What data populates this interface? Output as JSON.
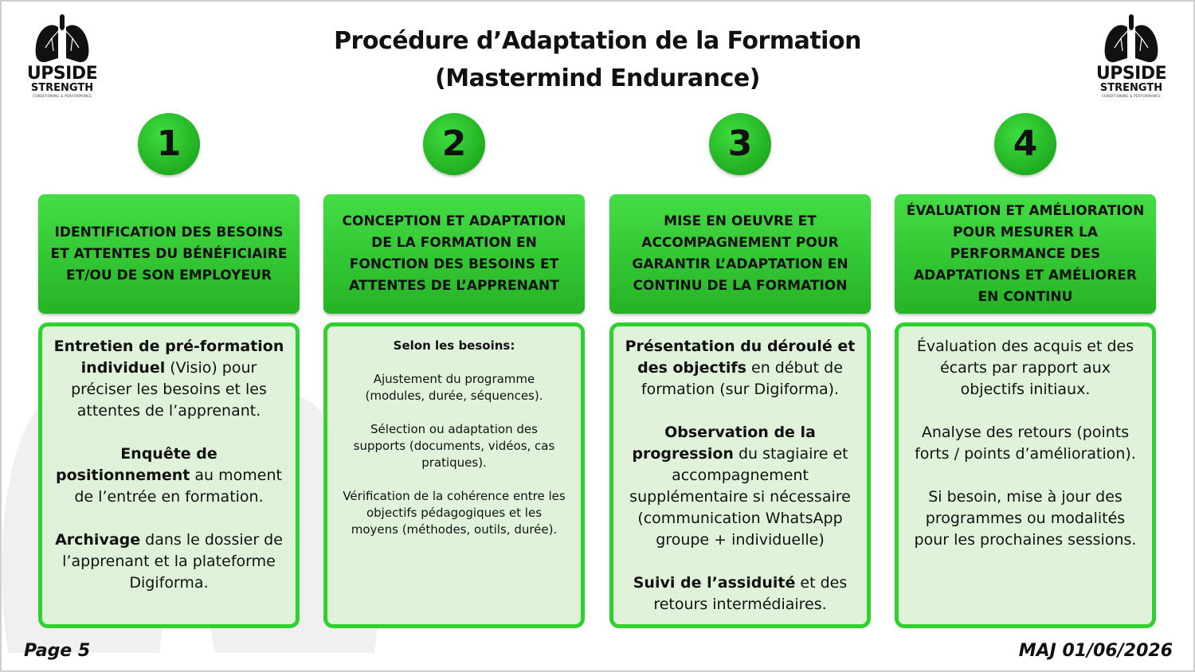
{
  "brand": {
    "line1": "UPSIDE",
    "line2": "STRENGTH",
    "line3": "CONDITIONING & PERFORMANCE"
  },
  "title": {
    "line1": "Procédure d’Adaptation de la Formation",
    "line2": "(Mastermind Endurance)"
  },
  "colors": {
    "accent_green": "#2fd12f",
    "card_fill": "#ddf2d7"
  },
  "steps": [
    {
      "number": "1",
      "header": "IDENTIFICATION DES BESOINS\nET ATTENTES DU BÉNÉFICIAIRE\nET/OU DE SON EMPLOYEUR",
      "paragraphs": [
        [
          {
            "b": "Entretien de pré-formation individuel"
          },
          {
            "t": " (Visio) pour préciser les besoins et les attentes de l’apprenant."
          }
        ],
        [
          {
            "b": "Enquête de positionnement"
          },
          {
            "t": " au moment de l’entrée en formation."
          }
        ],
        [
          {
            "b": "Archivage"
          },
          {
            "t": " dans le dossier de l’apprenant et la plateforme Digiforma."
          }
        ]
      ]
    },
    {
      "number": "2",
      "header": "CONCEPTION ET ADAPTATION\nDE LA FORMATION EN\nFONCTION DES BESOINS ET\nATTENTES DE L’APPRENANT",
      "paragraphs": [
        [
          {
            "b": "Selon les besoins:"
          }
        ],
        [
          {
            "t": "Ajustement du programme\n(modules, durée, séquences)."
          }
        ],
        [
          {
            "t": "Sélection ou adaptation des\nsupports (documents, vidéos, cas\npratiques)."
          }
        ],
        [
          {
            "t": "Vérification de la cohérence entre les\nobjectifs pédagogiques et les\nmoyens (méthodes, outils, durée)."
          }
        ]
      ]
    },
    {
      "number": "3",
      "header": "MISE EN OEUVRE ET\nACCOMPAGNEMENT POUR\nGARANTIR L’ADAPTATION EN\nCONTINU DE LA FORMATION",
      "paragraphs": [
        [
          {
            "b": "Présentation du déroulé et des objectifs"
          },
          {
            "t": " en début de formation (sur Digiforma)."
          }
        ],
        [
          {
            "b": "Observation de la progression"
          },
          {
            "t": " du stagiaire et accompagnement supplémentaire si nécessaire (communication WhatsApp groupe + individuelle)"
          }
        ],
        [
          {
            "b": "Suivi de l’assiduité"
          },
          {
            "t": " et des retours intermédiaires."
          }
        ]
      ]
    },
    {
      "number": "4",
      "header": "ÉVALUATION ET AMÉLIORATION\nPOUR MESURER LA\nPERFORMANCE DES\nADAPTATIONS ET AMÉLIORER\nEN CONTINU",
      "paragraphs": [
        [
          {
            "t": "Évaluation des acquis et des écarts par rapport aux objectifs initiaux."
          }
        ],
        [
          {
            "t": "Analyse des retours (points forts / points d’amélioration)."
          }
        ],
        [
          {
            "t": "Si besoin, mise à jour des programmes ou modalités pour les prochaines sessions."
          }
        ]
      ]
    }
  ],
  "footer": {
    "page": "Page 5",
    "updated": "MAJ 01/06/2026"
  }
}
